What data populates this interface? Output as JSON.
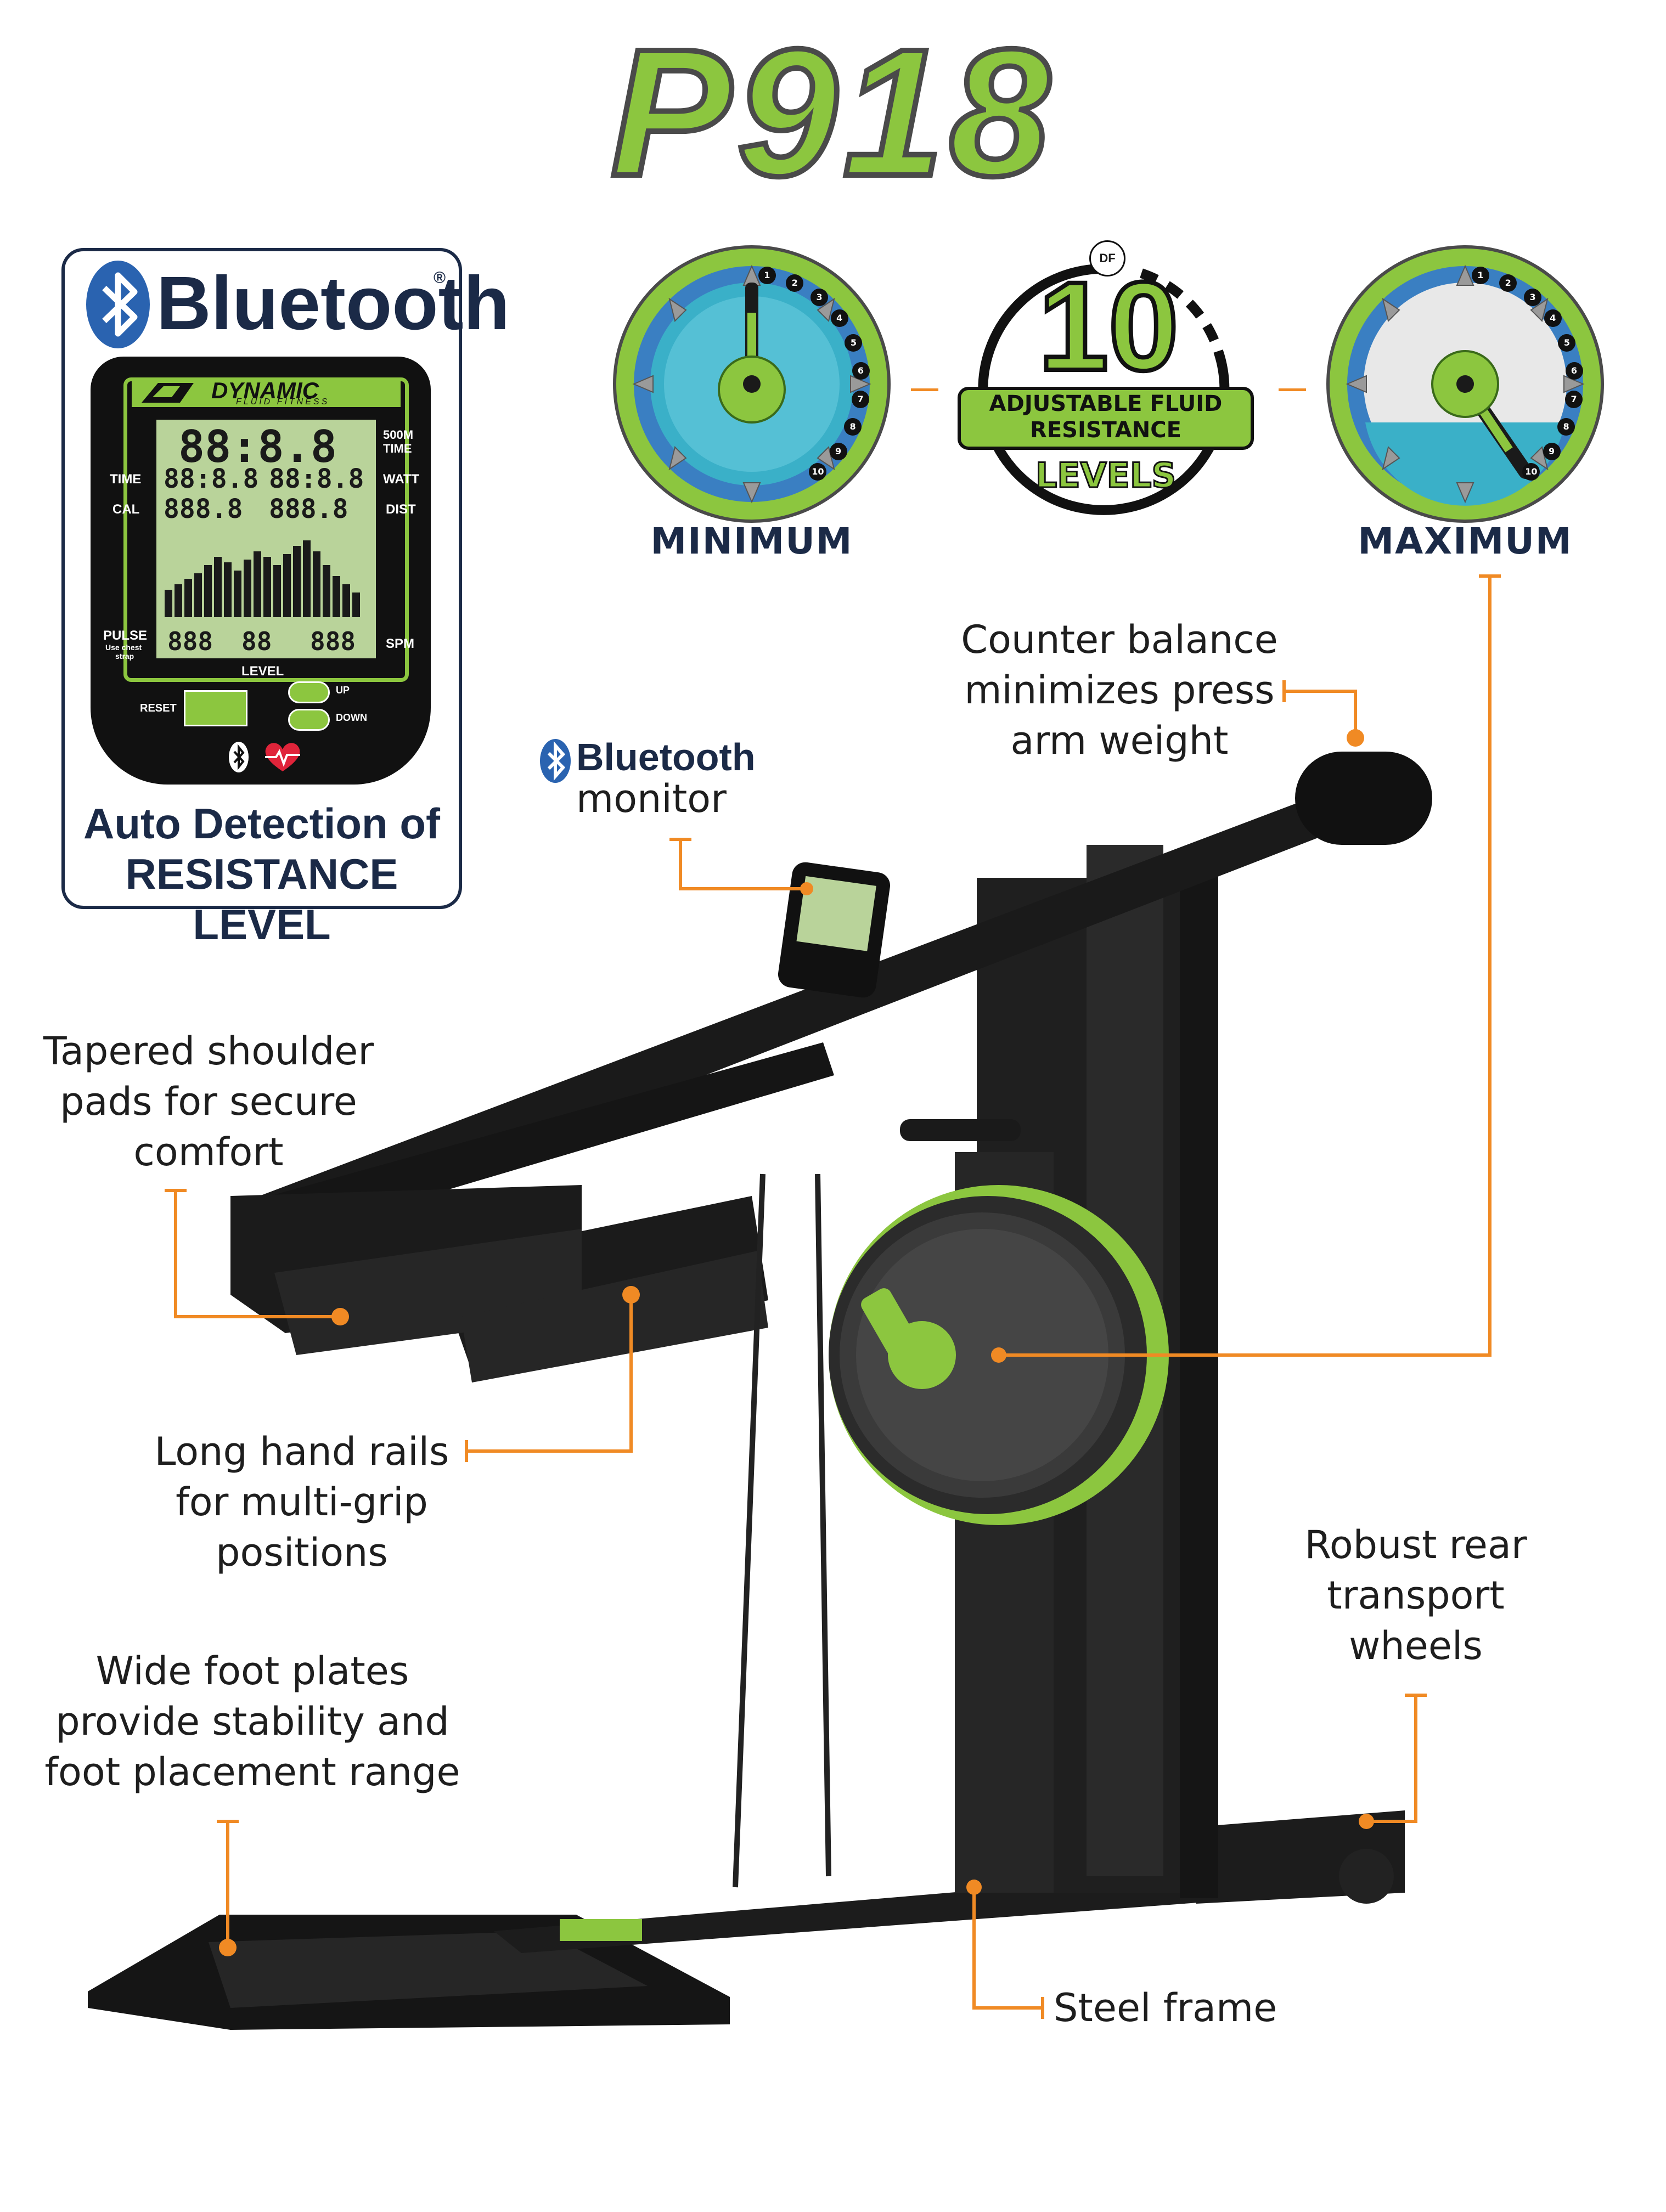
{
  "title": "P918",
  "bluetooth_box": {
    "brand": "Bluetooth",
    "registered": "®",
    "console_brand": "DYNAMIC",
    "console_sub": "FLUID FITNESS",
    "lcd_main": "88:8.8",
    "lcd_row1_left": "88:8.8",
    "lcd_row1_right": "88:8.8",
    "lcd_row2_left": "888.8",
    "lcd_row2_right": "888.8",
    "lcd_bottom_1": "888",
    "lcd_bottom_2": "88",
    "lcd_bottom_3": "888",
    "label_500m": "500M",
    "label_time_top": "TIME",
    "label_time": "TIME",
    "label_cal": "CAL",
    "label_watt": "WATT",
    "label_dist": "DIST",
    "label_pulse": "PULSE",
    "label_pulse_sub1": "Use chest",
    "label_pulse_sub2": "strap",
    "label_spm": "SPM",
    "label_level": "LEVEL",
    "label_reset": "RESET",
    "label_up": "UP",
    "label_down": "DOWN",
    "caption_line1": "Auto Detection of",
    "caption_line2": "RESISTANCE LEVEL"
  },
  "gauges": {
    "minimum_label": "MINIMUM",
    "maximum_label": "MAXIMUM",
    "center_number": "10",
    "center_line1": "ADJUSTABLE FLUID",
    "center_line2": "RESISTANCE",
    "center_line3": "LEVELS",
    "center_logo": "DF",
    "dial_numbers": [
      "1",
      "2",
      "3",
      "4",
      "5",
      "6",
      "7",
      "8",
      "9",
      "10"
    ]
  },
  "callouts": {
    "bt_monitor_brand": "Bluetooth",
    "bt_monitor_label": "monitor",
    "counter_balance": [
      "Counter balance",
      "minimizes press",
      "arm weight"
    ],
    "shoulder_pads": [
      "Tapered shoulder",
      "pads for secure",
      "comfort"
    ],
    "hand_rails": [
      "Long hand rails",
      "for multi-grip",
      "positions"
    ],
    "transport_wheels": [
      "Robust rear",
      "transport",
      "wheels"
    ],
    "foot_plates": [
      "Wide foot plates",
      "provide stability and",
      "foot placement range"
    ],
    "steel_frame": "Steel frame"
  },
  "colors": {
    "accent_green": "#8cc63f",
    "navy": "#1b2a47",
    "orange": "#f08a24",
    "frame_black": "#1c1c1c"
  }
}
